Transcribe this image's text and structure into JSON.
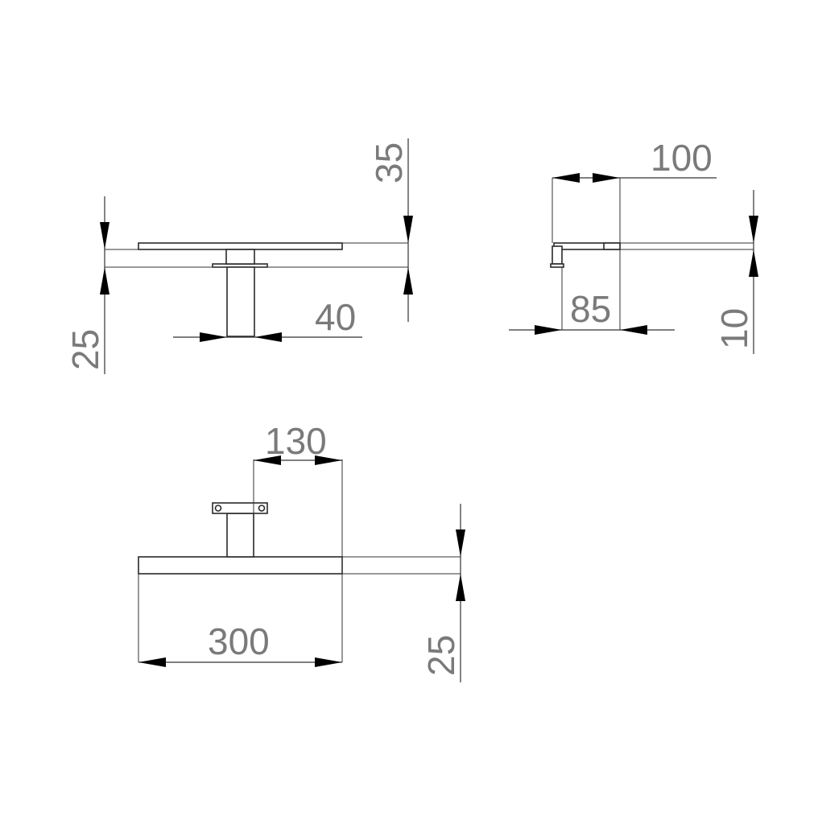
{
  "drawing": {
    "views": {
      "top": {
        "dimensions": {
          "depth_total": "35",
          "bar_height": "25",
          "arm_width": "40"
        }
      },
      "side": {
        "dimensions": {
          "length": "100",
          "mount_offset": "85",
          "thickness": "10"
        }
      },
      "front": {
        "dimensions": {
          "arm_offset": "130",
          "bar_length": "300",
          "bar_height": "25"
        }
      }
    },
    "colors": {
      "dimension_text": "#7a7a7a",
      "lines": "#2a2a2a",
      "arrows": "#000000",
      "background": "#ffffff"
    }
  }
}
